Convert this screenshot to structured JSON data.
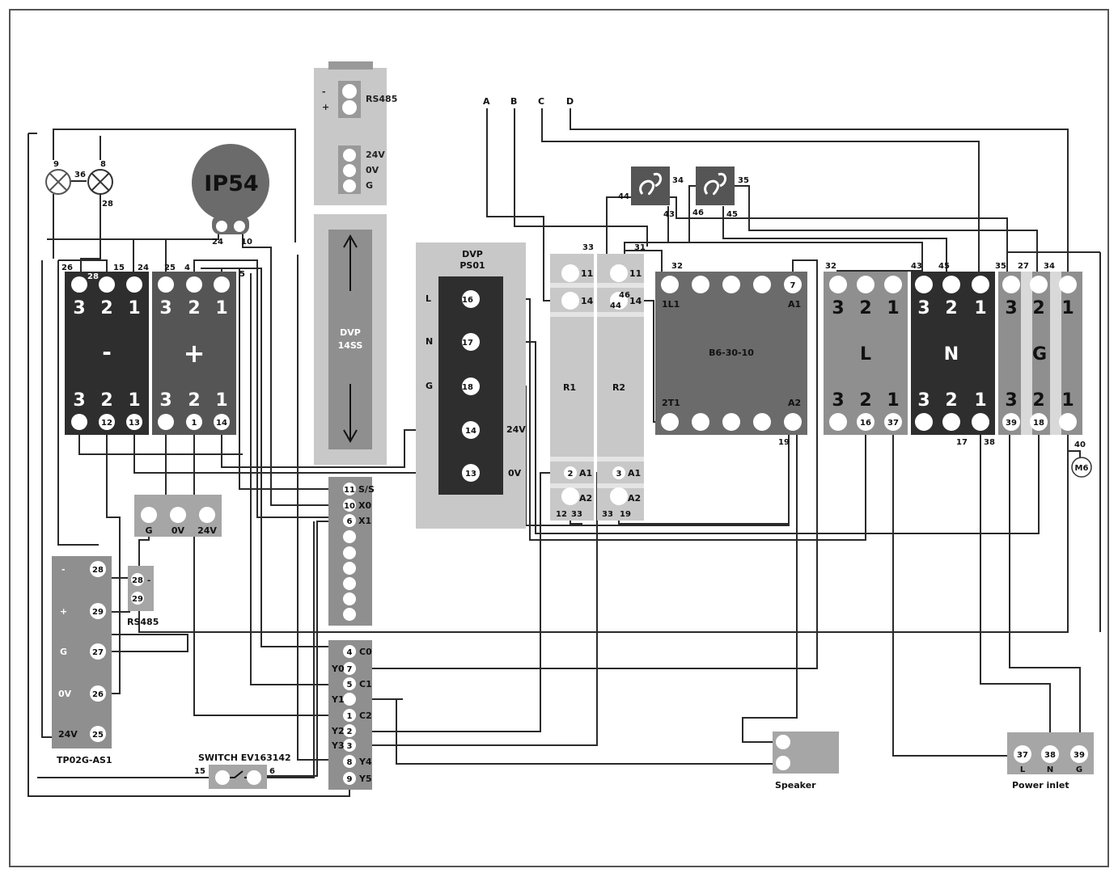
{
  "colors": {
    "dark": "#2e2e2e",
    "mid": "#6b6b6b",
    "light": "#c8c8c8",
    "pale": "#d9d9d9",
    "wire": "#2a2a2a"
  },
  "lamps": {
    "left": "9",
    "right": "8",
    "link": "36",
    "right_wire": "28"
  },
  "ip54": {
    "title": "IP54",
    "t1": "24",
    "t2": "10"
  },
  "rs485_module": {
    "minus": "-",
    "plus": "+",
    "rs485": "RS485",
    "v24": "24V",
    "v0": "0V",
    "g": "G"
  },
  "dvp14ss": {
    "line1": "DVP",
    "line2": "14SS"
  },
  "dvpps01": {
    "line1": "DVP",
    "line2": "PS01",
    "l": "L",
    "n": "N",
    "g": "G",
    "v24": "24V",
    "v0": "0V",
    "t16": "16",
    "t17": "17",
    "t18": "18",
    "t14": "14",
    "t13": "13"
  },
  "neg_block": {
    "sign": "-",
    "top": [
      "3",
      "2",
      "1"
    ],
    "bot": [
      "3",
      "2",
      "1"
    ],
    "top_wires": [
      "26",
      "28",
      "15",
      "24"
    ],
    "bot_term": [
      "12",
      "13"
    ]
  },
  "pos_block": {
    "sign": "+",
    "top": [
      "3",
      "2",
      "1"
    ],
    "bot": [
      "3",
      "2",
      "1"
    ],
    "top_wires": [
      "25",
      "4",
      "5"
    ],
    "bot_term": [
      "1",
      "14"
    ]
  },
  "supply_mod": {
    "g": "G",
    "v0": "0V",
    "v24": "24V"
  },
  "io_top": {
    "t11": "11",
    "l11": "S/S",
    "t10": "10",
    "l10": "X0",
    "t6": "6",
    "l6": "X1"
  },
  "io_bottom": {
    "t4": "4",
    "l4": "C0",
    "y0": "Y0",
    "t7": "7",
    "t5": "5",
    "l5": "C1",
    "y1": "Y1",
    "t1": "1",
    "l1": "C2",
    "y2": "Y2",
    "t2": "2",
    "y3": "Y3",
    "t3": "3",
    "t8": "8",
    "l8": "Y4",
    "t9": "9",
    "l9": "Y5"
  },
  "tp02g": {
    "minus": "-",
    "plus": "+",
    "g": "G",
    "v0": "0V",
    "v24": "24V",
    "name": "TP02G-AS1",
    "t28": "28",
    "t29": "29",
    "t27": "27",
    "t26": "26",
    "t25": "25"
  },
  "tp_rs485": {
    "t28": "28",
    "t29": "29",
    "minus": "-",
    "label": "RS485"
  },
  "switch": {
    "title": "SWITCH EV163142",
    "left": "15",
    "right": "6"
  },
  "wire_letters": [
    "A",
    "B",
    "C",
    "D"
  ],
  "relay_r1": {
    "name": "R1",
    "t11": "11",
    "t14": "14",
    "a1": "A1",
    "a2": "A2",
    "w33": "33",
    "w2": "2",
    "w12": "12",
    "w33b": "33"
  },
  "relay_r2": {
    "name": "R2",
    "t11": "11",
    "t14": "14",
    "a1": "A1",
    "a2": "A2",
    "w31": "31",
    "w3": "3",
    "w33": "33",
    "w19": "19",
    "w46": "46",
    "w44": "44"
  },
  "fuse1": {
    "a": "44",
    "b": "34",
    "c": "43"
  },
  "fuse2": {
    "a": "46",
    "b": "35",
    "c": "45"
  },
  "contactor": {
    "name": "B6-30-10",
    "l1": "1L1",
    "a1": "A1",
    "t1": "2T1",
    "a2": "A2",
    "w32": "32",
    "w7": "7",
    "w19": "19"
  },
  "l_block": {
    "letter": "L",
    "top": [
      "3",
      "2",
      "1"
    ],
    "bot": [
      "3",
      "2",
      "1"
    ],
    "w32": "32",
    "t16": "16",
    "t37": "37"
  },
  "n_block": {
    "letter": "N",
    "top": [
      "3",
      "2",
      "1"
    ],
    "bot": [
      "3",
      "2",
      "1"
    ],
    "w43": "43",
    "w45": "45",
    "w17": "17",
    "w38": "38"
  },
  "g_block": {
    "letter": "G",
    "top": [
      "3",
      "2",
      "1"
    ],
    "bot": [
      "3",
      "2",
      "1"
    ],
    "w35": "35",
    "w27": "27",
    "w34": "34",
    "t39": "39",
    "t18": "18",
    "w40": "40",
    "m6": "M6"
  },
  "speaker": {
    "label": "Speaker"
  },
  "power_inlet": {
    "label": "Power inlet",
    "t37": "37",
    "t38": "38",
    "t39": "39",
    "l": "L",
    "n": "N",
    "g": "G"
  }
}
